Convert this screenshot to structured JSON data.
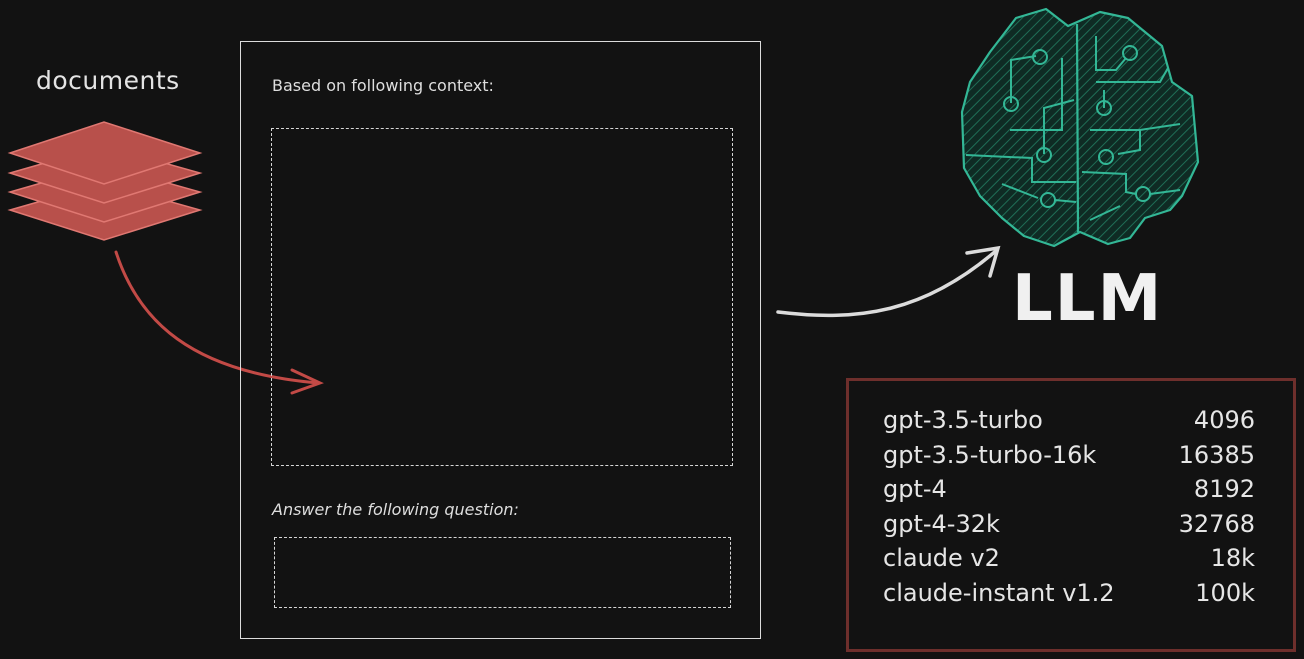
{
  "documents": {
    "label": "documents",
    "color": "#c9514c"
  },
  "prompt": {
    "context_label": "Based on following context:",
    "question_label": "Answer the following question:"
  },
  "llm": {
    "label": "LLM",
    "icon": "brain-circuit-icon",
    "color": "#2aa58a"
  },
  "models": {
    "border_color": "#6e2f2c",
    "rows": [
      {
        "name": "gpt-3.5-turbo",
        "limit": "4096"
      },
      {
        "name": "gpt-3.5-turbo-16k",
        "limit": "16385"
      },
      {
        "name": "gpt-4",
        "limit": "8192"
      },
      {
        "name": "gpt-4-32k",
        "limit": "32768"
      },
      {
        "name": "claude v2",
        "limit": "18k"
      },
      {
        "name": "claude-instant v1.2",
        "limit": "100k"
      }
    ]
  }
}
